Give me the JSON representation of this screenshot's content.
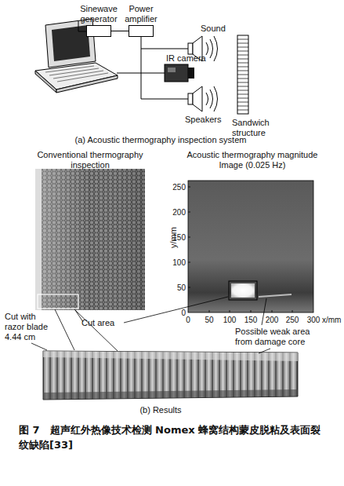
{
  "diagram": {
    "caption": "图 7　超声红外热像技术检测 Nomex 蜂窝结构蒙皮脱粘及表面裂纹缺陷[33]",
    "nodes": [
      {
        "text": [
          "Sinewave generator"
        ]
      },
      {
        "text": [
          "Power amplifier"
        ]
      }
    ],
    "edges": [
      {
        "from": 0,
        "to": 1,
        "arrow": "none"
      }
    ],
    "labels": [
      "Sound",
      "IR camera",
      "Speakers",
      "Sandwich structure",
      "(a) Acoustic thermography inspection system",
      "Conventional thermography inspection",
      "Acoustic thermography magnitude Image (0.025 Hz)",
      "y/mm",
      "250",
      "200",
      "150",
      "100",
      "50",
      "0",
      "0",
      "50",
      "100",
      "150",
      "200",
      "250",
      "300",
      "x/mm",
      "Cut with razor blade 4.44 cm",
      "Cut area",
      "Possible weak area from damage core",
      "(b) Results"
    ]
  }
}
